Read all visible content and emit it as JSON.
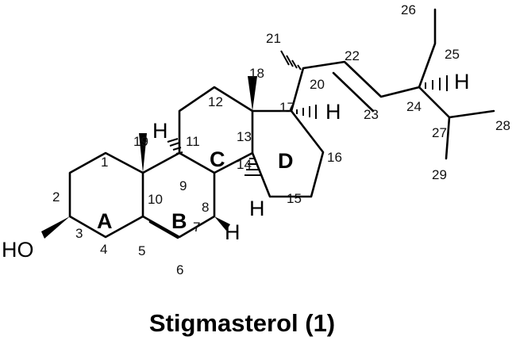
{
  "caption": "Stigmasterol (1)",
  "rings": {
    "A": "A",
    "B": "B",
    "C": "C",
    "D": "D"
  },
  "atoms": {
    "HO": "HO",
    "H9": "H",
    "H8": "H",
    "H14": "H",
    "H17": "H",
    "H24": "H"
  },
  "numbers": {
    "n1": "1",
    "n2": "2",
    "n3": "3",
    "n4": "4",
    "n5": "5",
    "n6": "6",
    "n7": "7",
    "n8": "8",
    "n9": "9",
    "n10": "10",
    "n11": "11",
    "n12": "12",
    "n13": "13",
    "n14": "14",
    "n15": "15",
    "n16": "16",
    "n17": "17",
    "n18": "18",
    "n19": "19",
    "n20": "20",
    "n21": "21",
    "n22": "22",
    "n23": "23",
    "n24": "24",
    "n25": "25",
    "n26": "26",
    "n27": "27",
    "n28": "28",
    "n29": "29"
  }
}
